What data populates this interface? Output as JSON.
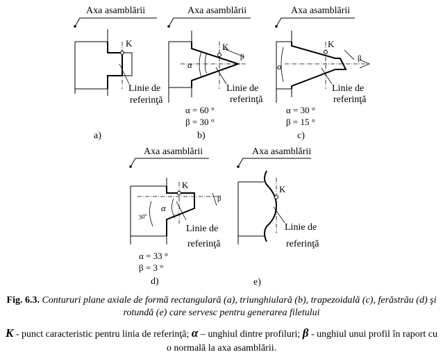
{
  "figure": {
    "axis_label": "Axa asamblării",
    "ref_line_1": "Linie de",
    "ref_line_2": "referinţă",
    "point": "K",
    "alpha": "α",
    "beta": "β",
    "panels": {
      "a": {
        "label": "a)"
      },
      "b": {
        "label": "b)",
        "alpha_value": "α = 60 °",
        "beta_value": "β = 30 °"
      },
      "c": {
        "label": "c)",
        "alpha_value": "α = 30 °",
        "beta_value": "β = 15 °"
      },
      "d": {
        "label": "d)",
        "alpha_value": "α = 33 °",
        "beta_value": "β = 3 °",
        "angle_note": "30°"
      },
      "e": {
        "label": "e)"
      }
    }
  },
  "caption": {
    "number": "Fig. 6.3.",
    "text": "Contururi plane axiale de formă rectangulară (a), triunghiulară (b), trapezoidală (c), ferăstrău (d) şi rotundă (e) care servesc pentru generarea filetului"
  },
  "legend": {
    "k_symbol": "K",
    "k_text": "- punct caracteristic pentru linia de referinţă;",
    "alpha_symbol": "α",
    "alpha_text": "– unghiul dintre profiluri;",
    "beta_symbol": "β",
    "beta_text": "- unghiul unui profil în raport cu o normală la axa asamblării."
  }
}
